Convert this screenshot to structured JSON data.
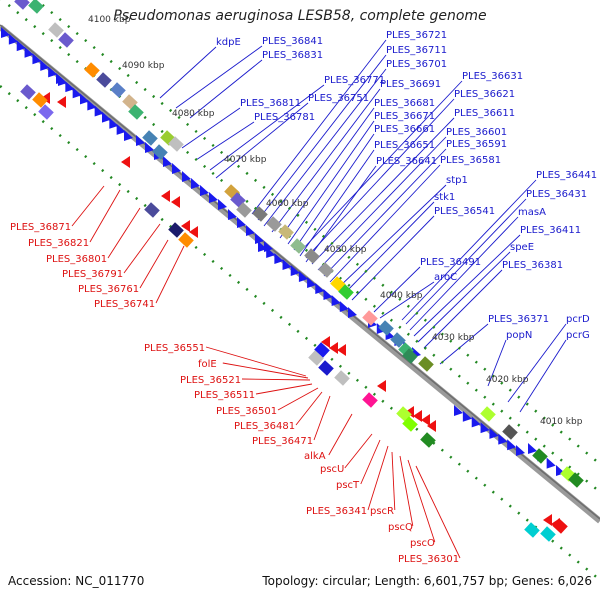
{
  "title": "Pseudomonas aeruginosa LESB58, complete genome",
  "accession": "Accession: NC_011770",
  "topology": "Topology: circular; Length: 6,601,757 bp; Genes: 6,026",
  "colors": {
    "forward_label": "#1a1acc",
    "reverse_label": "#dd1111",
    "backbone": "#888888",
    "arrow_forward": "#1a1aee",
    "arrow_reverse": "#ee1111",
    "tick": "#228822"
  },
  "ticks": [
    "4100 kbp",
    "4090 kbp",
    "4080 kbp",
    "4070 kbp",
    "4060 kbp",
    "4050 kbp",
    "4040 kbp",
    "4030 kbp",
    "4020 kbp",
    "4010 kbp"
  ],
  "forward_labels": [
    "kdpE",
    "PLES_36841",
    "PLES_36831",
    "PLES_36721",
    "PLES_36711",
    "PLES_36701",
    "PLES_36771",
    "PLES_36751",
    "PLES_36691",
    "PLES_36631",
    "PLES_36621",
    "PLES_36811",
    "PLES_36781",
    "PLES_36681",
    "PLES_36671",
    "PLES_36611",
    "PLES_36661",
    "PLES_36601",
    "PLES_36651",
    "PLES_36591",
    "PLES_36641",
    "PLES_36581",
    "stp1",
    "stk1",
    "PLES_36541",
    "PLES_36441",
    "PLES_36431",
    "masA",
    "PLES_36411",
    "speE",
    "PLES_36491",
    "PLES_36381",
    "aroC",
    "PLES_36371",
    "pcrD",
    "popN",
    "pcrG"
  ],
  "reverse_labels": [
    "PLES_36871",
    "PLES_36821",
    "PLES_36801",
    "PLES_36791",
    "PLES_36761",
    "PLES_36741",
    "PLES_36551",
    "folE",
    "PLES_36521",
    "PLES_36511",
    "PLES_36501",
    "PLES_36481",
    "PLES_36471",
    "alkA",
    "pscU",
    "pscT",
    "PLES_36341",
    "pscR",
    "pscQ",
    "pscO",
    "PLES_36301"
  ]
}
